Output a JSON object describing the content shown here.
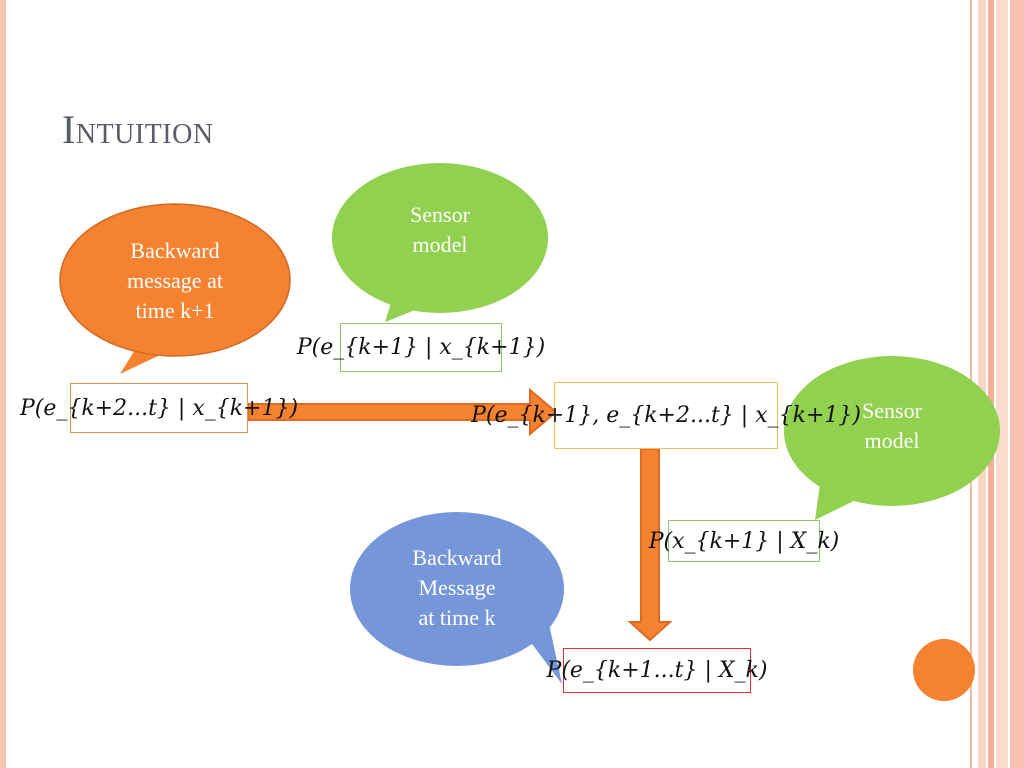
{
  "title": "Intuition",
  "bubbles": {
    "backward_k1": {
      "text": "Backward\nmessage at\ntime k+1",
      "color": "#f58231"
    },
    "sensor_top": {
      "text": "Sensor\nmodel",
      "color": "#92d050"
    },
    "sensor_right": {
      "text": "Sensor\nmodel",
      "color": "#92d050"
    },
    "backward_k": {
      "text": "Backward\nMessage\nat time k",
      "color": "#7596d8"
    }
  },
  "formulas": {
    "f1": "P(e_{k+2...t} | x_{k+1})",
    "f2": "P(e_{k+1} | x_{k+1})",
    "f3": "P(e_{k+1}, e_{k+2...t} | x_{k+1})",
    "f4": "P(x_{k+1} | X_k)",
    "f5": "P(e_{k+1...t} | X_k)"
  },
  "colors": {
    "accent_orange": "#f58231",
    "stripe_pink": "#f7c6b3",
    "title_gray": "#585c66"
  },
  "icons": {
    "decor_circle": "orange-circle"
  }
}
